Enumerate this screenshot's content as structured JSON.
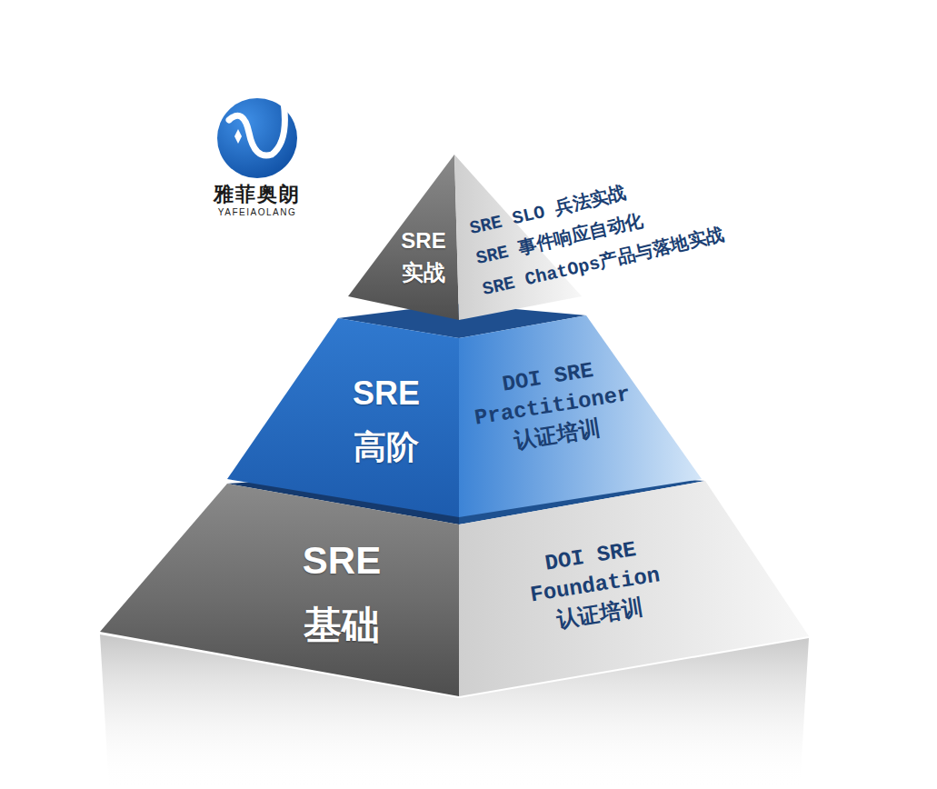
{
  "diagram": {
    "nodes": [
      {
        "text": [
          "SRE 实战",
          "SRE SLO 兵法实战",
          "SRE 事件响应自动化",
          "SRE ChatOps产品与落地实战"
        ]
      },
      {
        "text": [
          "SRE 高阶",
          "DOI SRE Practitioner 认证培训"
        ]
      },
      {
        "text": [
          "SRE 基础",
          "DOI SRE Foundation 认证培训"
        ]
      }
    ],
    "labels": [
      "雅菲奥朗",
      "YAFEIAOLANG"
    ]
  }
}
